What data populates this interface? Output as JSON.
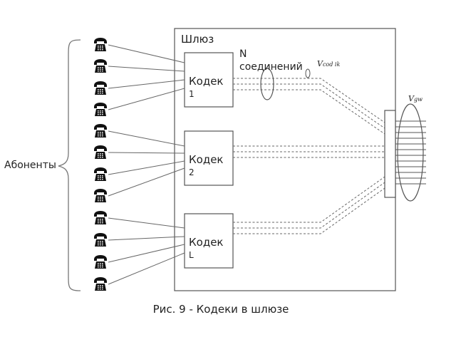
{
  "gateway": {
    "label": "Шлюз"
  },
  "subscribers": {
    "label": "Абоненты",
    "phone_icon": "telephone-icon",
    "count": 12
  },
  "codecs": [
    {
      "name": "Кодек",
      "index": "1"
    },
    {
      "name": "Кодек",
      "index": "2"
    },
    {
      "name": "Кодек",
      "index": "L"
    }
  ],
  "connections": {
    "label": "N соединений"
  },
  "rates": {
    "codec_rate": {
      "symbol": "V",
      "subscript": "cod ik"
    },
    "gateway_rate": {
      "symbol": "V",
      "subscript": "gw"
    }
  },
  "caption": "Рис. 9 - Кодеки в шлюзе"
}
